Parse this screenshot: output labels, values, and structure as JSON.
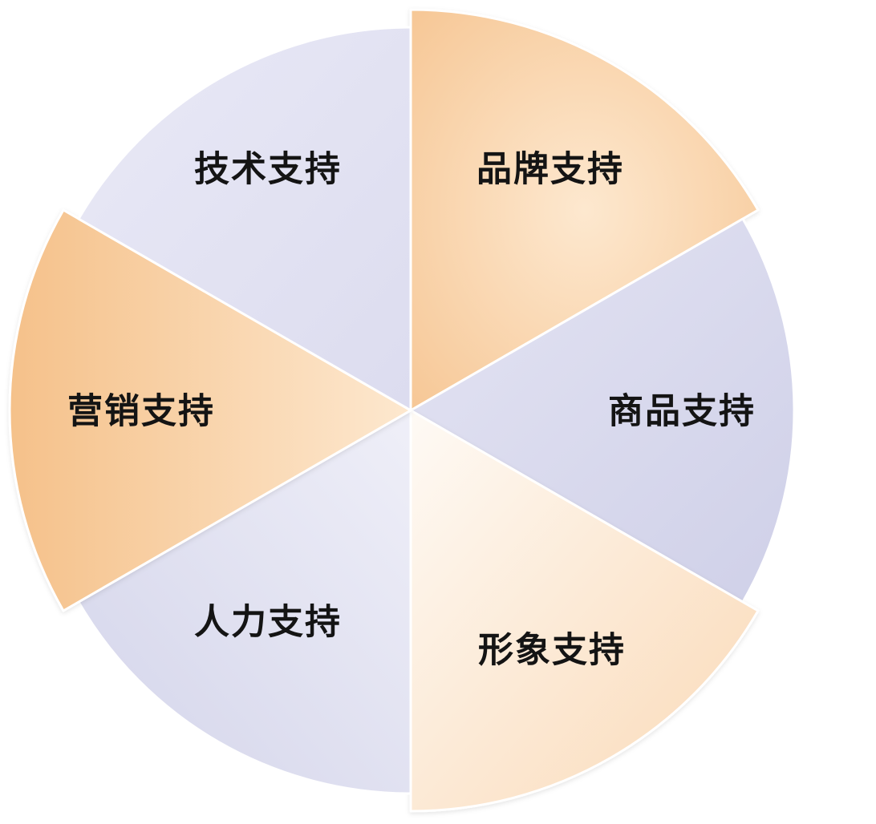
{
  "diagram": {
    "segments": [
      {
        "id": "brand",
        "label": "品牌支持",
        "tone": "orange"
      },
      {
        "id": "product",
        "label": "商品支持",
        "tone": "lavender"
      },
      {
        "id": "image",
        "label": "形象支持",
        "tone": "cream"
      },
      {
        "id": "hr",
        "label": "人力支持",
        "tone": "lavender"
      },
      {
        "id": "marketing",
        "label": "营销支持",
        "tone": "orange"
      },
      {
        "id": "tech",
        "label": "技术支持",
        "tone": "lavender-light"
      }
    ]
  },
  "colors": {
    "orange": "#f7cfa0",
    "cream": "#fcece0",
    "lavender": "#d7d8ec",
    "lavender-light": "#e4e4f3",
    "label": "#141414"
  }
}
